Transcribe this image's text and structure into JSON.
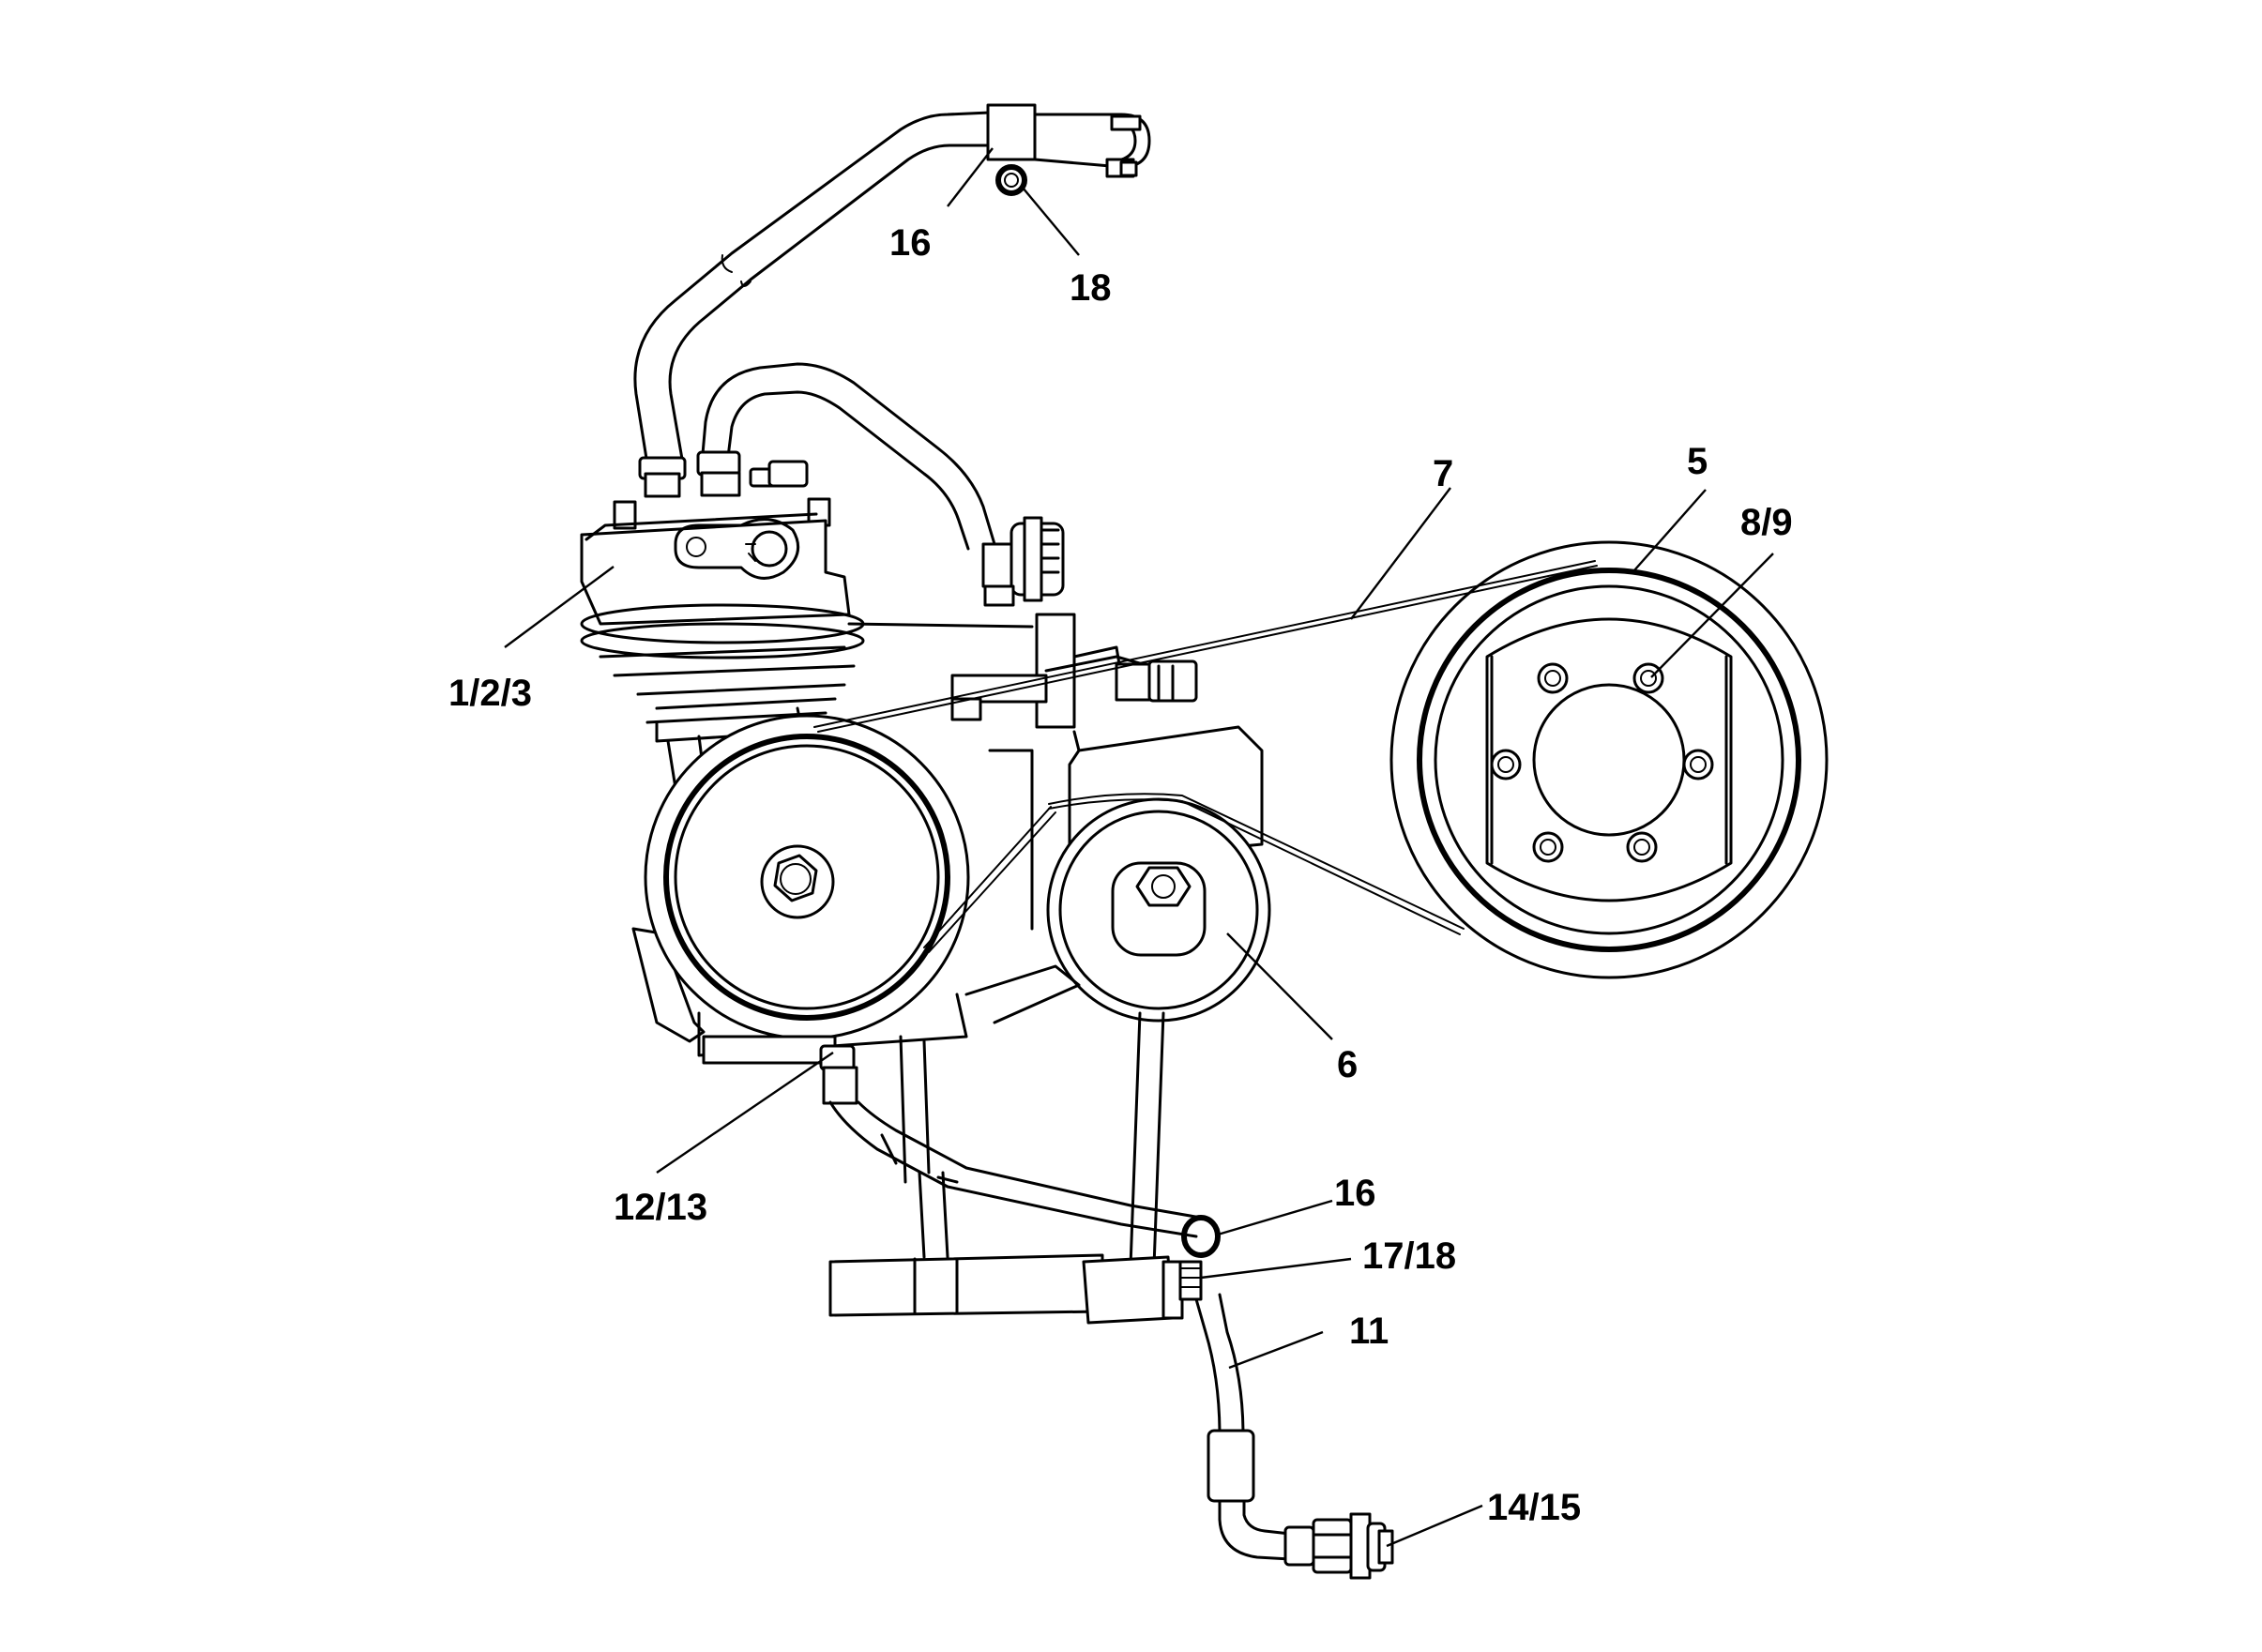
{
  "callouts": {
    "c16_top": "16",
    "c18_top": "18",
    "c7": "7",
    "c5": "5",
    "c8_9": "8/9",
    "c1_2_3": "1/2/3",
    "c6": "6",
    "c12_13": "12/13",
    "c16_bottom": "16",
    "c17_18": "17/18",
    "c11": "11",
    "c14_15": "14/15"
  }
}
